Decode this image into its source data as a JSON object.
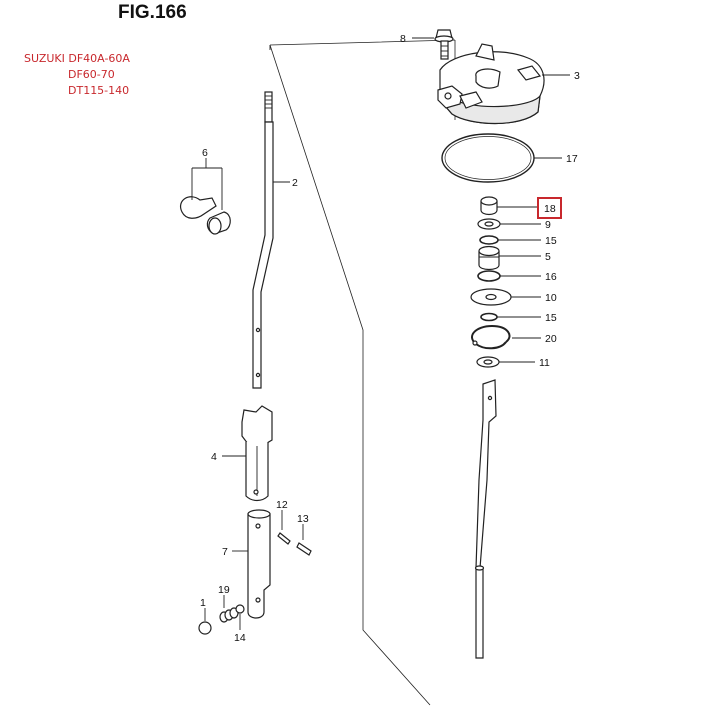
{
  "figure": {
    "title": "FIG.166",
    "models": [
      "SUZUKI DF40A-60A",
      "DF60-70",
      "DT115-140"
    ],
    "highlight_color": "#c8282d",
    "highlighted_part": "18"
  },
  "callouts": {
    "p1": "1",
    "p2": "2",
    "p3": "3",
    "p4": "4",
    "p5": "5",
    "p6": "6",
    "p7": "7",
    "p8": "8",
    "p9": "9",
    "p10": "10",
    "p11": "11",
    "p12": "12",
    "p13": "13",
    "p14": "14",
    "p15a": "15",
    "p15b": "15",
    "p16": "16",
    "p17": "17",
    "p18": "18",
    "p19": "19",
    "p20": "20"
  }
}
